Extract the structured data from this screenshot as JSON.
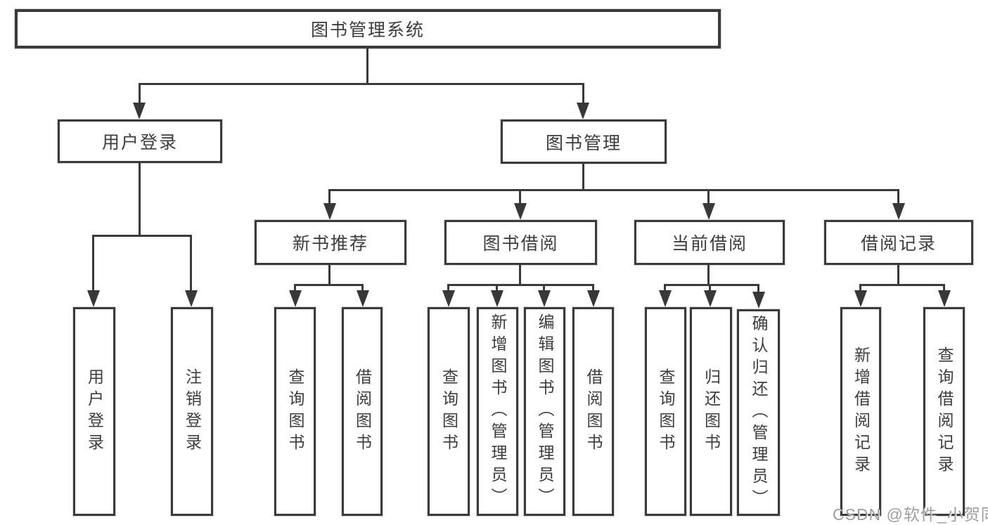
{
  "diagram": {
    "root": {
      "label": "图书管理系统"
    },
    "level1": [
      {
        "id": "user-login",
        "label": "用户登录"
      },
      {
        "id": "book-mgmt",
        "label": "图书管理"
      }
    ],
    "level2": [
      {
        "id": "new-book-rec",
        "label": "新书推荐"
      },
      {
        "id": "book-borrow",
        "label": "图书借阅"
      },
      {
        "id": "current-borrow",
        "label": "当前借阅"
      },
      {
        "id": "borrow-record",
        "label": "借阅记录"
      }
    ],
    "leaves": {
      "user_login": [
        "用户登录",
        "注销登录"
      ],
      "new_book_rec": [
        "查询图书",
        "借阅图书"
      ],
      "book_borrow": [
        "查询图书",
        "新增图书（管理员）",
        "编辑图书（管理员）",
        "借阅图书"
      ],
      "current_borrow": [
        "查询图书",
        "归还图书",
        "确认归还（管理员）"
      ],
      "borrow_record": [
        "新增借阅记录",
        "查询借阅记录"
      ]
    }
  },
  "watermark": "CSDN @软件_小贺同学",
  "colors": {
    "line": "#3a3a3a",
    "text": "#3d3d3d",
    "watermark_text": "#9e9e9e",
    "background": "#ffffff"
  }
}
